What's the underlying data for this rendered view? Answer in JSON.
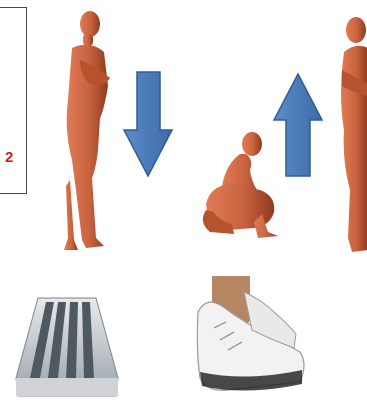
{
  "figure": {
    "label_box_text": "2",
    "colors": {
      "skin": "#c8633f",
      "skin_shadow": "#8f3a1f",
      "arrow_blue": "#4a7ab7",
      "arrow_blue_dark": "#2f5d96",
      "label_red": "#d21c1c"
    },
    "arrows": [
      "down-arrow",
      "up-arrow"
    ],
    "figures": [
      "standing-figure-left",
      "squatting-figure",
      "standing-figure-right"
    ],
    "photos": [
      "ramp-step-photo",
      "sneaker-feet-photo"
    ]
  }
}
